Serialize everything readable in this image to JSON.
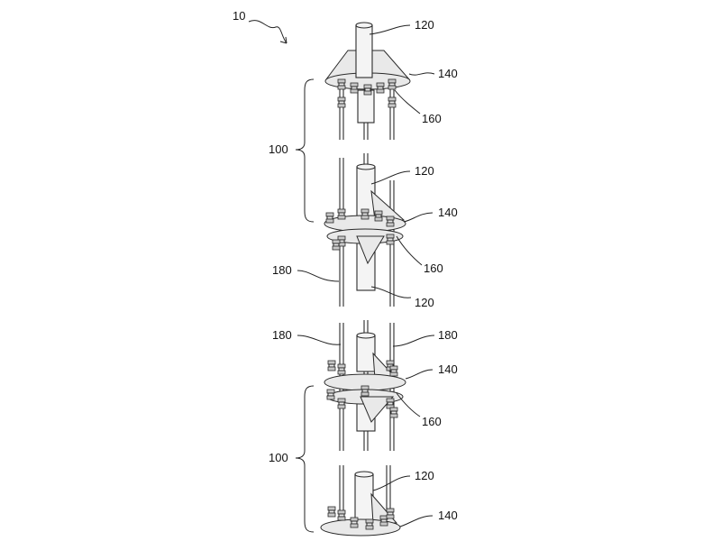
{
  "labels": {
    "figure": "10",
    "tube": "120",
    "plate": "140",
    "connector": "160",
    "rod": "180",
    "assembly": "100"
  }
}
